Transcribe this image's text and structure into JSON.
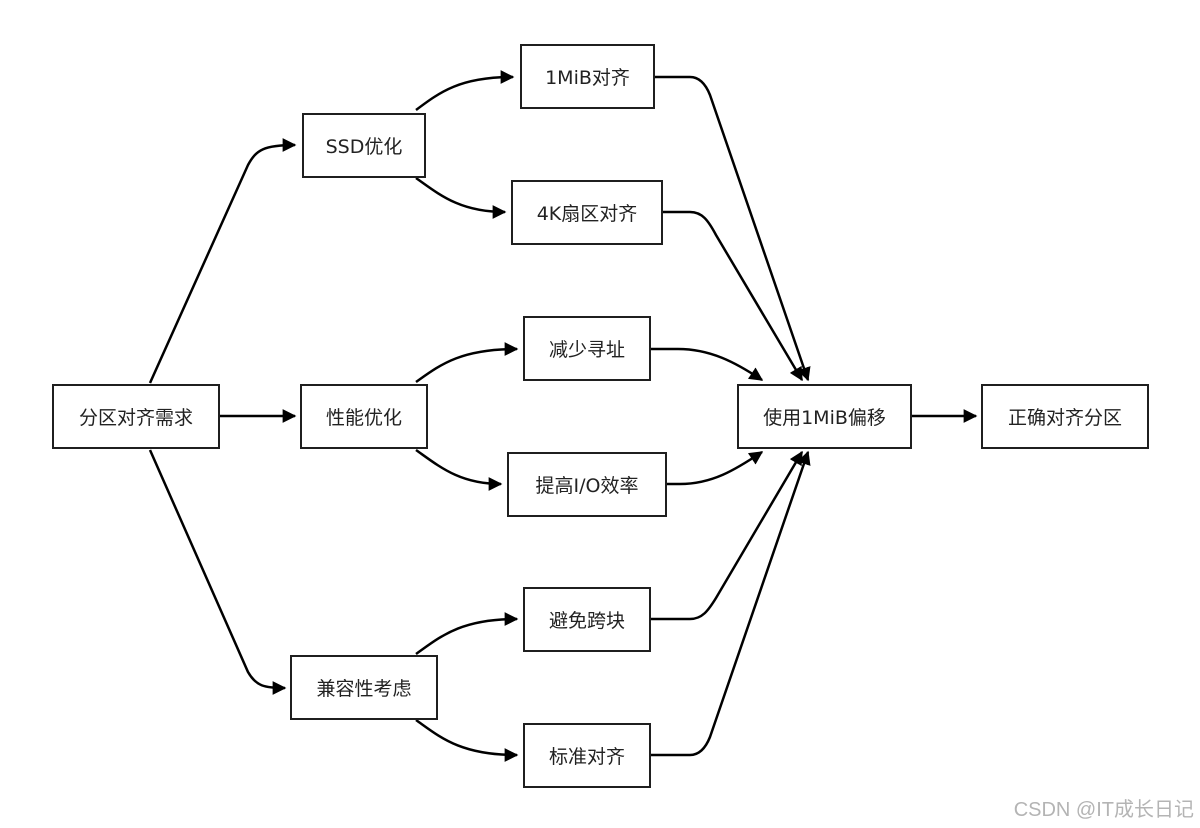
{
  "nodes": {
    "root": "分区对齐需求",
    "ssd": "SSD优化",
    "perf": "性能优化",
    "compat": "兼容性考虑",
    "align1mib": "1MiB对齐",
    "align4k": "4K扇区对齐",
    "seek": "减少寻址",
    "io": "提高I/O效率",
    "cross": "避免跨块",
    "standard": "标准对齐",
    "offset": "使用1MiB偏移",
    "result": "正确对齐分区"
  },
  "watermark": "CSDN @IT成长日记",
  "colors": {
    "stroke": "#000000",
    "border": "#1f1f1f",
    "text": "#222222"
  }
}
